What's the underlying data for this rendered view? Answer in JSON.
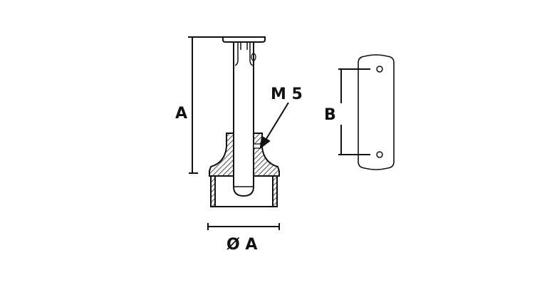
{
  "labels": {
    "height_dim": "A",
    "thread": "M 5",
    "diameter_dim": "Ø A",
    "hole_spacing_dim": "B"
  },
  "colors": {
    "line": "#111111",
    "background": "#ffffff"
  }
}
